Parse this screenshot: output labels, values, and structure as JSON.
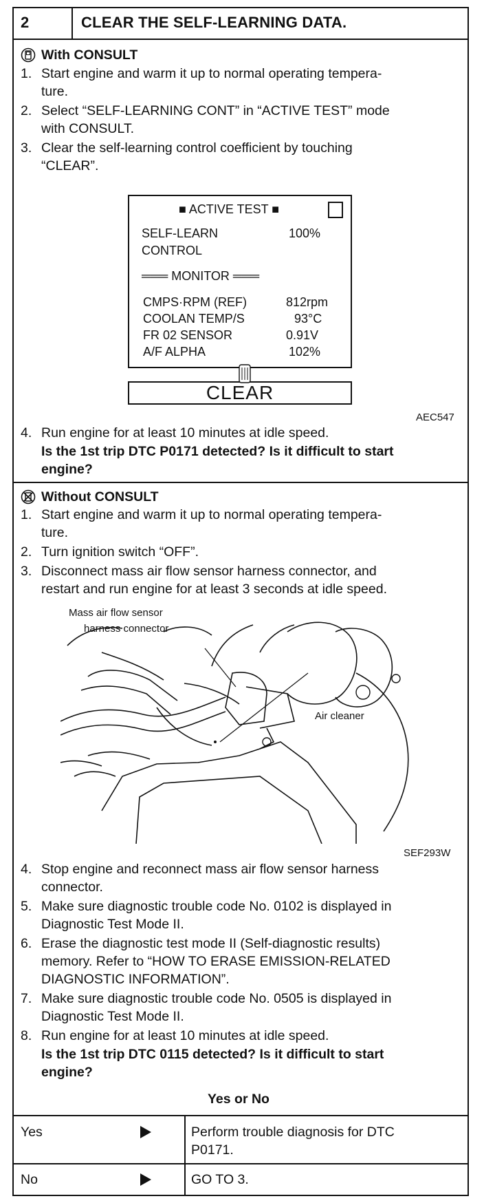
{
  "step": {
    "number": "2",
    "title": "CLEAR THE SELF-LEARNING DATA."
  },
  "with_consult": {
    "heading": "With CONSULT",
    "icon": "consult-icon",
    "steps": [
      {
        "num": "1.",
        "lines": [
          "Start engine and warm it up to normal operating tempera-",
          "ture."
        ]
      },
      {
        "num": "2.",
        "lines": [
          "Select “SELF-LEARNING CONT” in “ACTIVE TEST” mode",
          "with CONSULT."
        ]
      },
      {
        "num": "3.",
        "lines": [
          "Clear the self-learning control coefficient by touching",
          "“CLEAR”."
        ]
      }
    ],
    "screen": {
      "header": "■ ACTIVE TEST ■",
      "self_learn_label_1": "SELF-LEARN",
      "self_learn_label_2": "CONTROL",
      "self_learn_value": "100%",
      "monitor_label": "═══ MONITOR ═══",
      "rows": [
        {
          "label": "CMPS·RPM (REF)",
          "value": "812rpm"
        },
        {
          "label": "COOLAN TEMP/S",
          "value": "93°C"
        },
        {
          "label": "FR 02 SENSOR",
          "value": "0.91V"
        },
        {
          "label": "A/F ALPHA",
          "value": "102%"
        }
      ],
      "clear_button": "CLEAR"
    },
    "figure_code": "AEC547",
    "step4": {
      "num": "4.",
      "line": "Run engine for at least 10 minutes at idle speed."
    },
    "question": [
      "Is the 1st trip DTC P0171 detected? Is it difficult to start",
      "engine?"
    ]
  },
  "without_consult": {
    "heading": "Without CONSULT",
    "icon": "no-consult-icon",
    "steps": [
      {
        "num": "1.",
        "lines": [
          "Start engine and warm it up to normal operating tempera-",
          "ture."
        ]
      },
      {
        "num": "2.",
        "lines": [
          "Turn ignition switch “OFF”."
        ]
      },
      {
        "num": "3.",
        "lines": [
          "Disconnect mass air flow sensor harness connector, and",
          "restart and run engine for at least 3 seconds at idle speed."
        ]
      }
    ],
    "figure": {
      "label_maf_1": "Mass air flow sensor",
      "label_maf_2": "harness connector",
      "label_air": "Air cleaner",
      "code": "SEF293W"
    },
    "steps_after": [
      {
        "num": "4.",
        "lines": [
          "Stop engine and reconnect mass air flow sensor harness",
          "connector."
        ]
      },
      {
        "num": "5.",
        "lines": [
          "Make sure diagnostic trouble code No. 0102 is displayed in",
          "Diagnostic Test Mode II."
        ]
      },
      {
        "num": "6.",
        "lines": [
          "Erase the diagnostic test mode II (Self-diagnostic results)",
          "memory. Refer to “HOW TO ERASE EMISSION-RELATED",
          "DIAGNOSTIC INFORMATION”."
        ]
      },
      {
        "num": "7.",
        "lines": [
          "Make sure diagnostic trouble code No. 0505 is displayed in",
          "Diagnostic Test Mode II."
        ]
      },
      {
        "num": "8.",
        "lines": [
          "Run engine for at least 10 minutes at idle speed."
        ]
      }
    ],
    "question": [
      "Is the 1st trip DTC 0115 detected? Is it difficult to start",
      "engine?"
    ]
  },
  "decision": {
    "heading": "Yes or No",
    "rows": [
      {
        "answer": "Yes",
        "action_lines": [
          "Perform trouble diagnosis for DTC",
          "P0171."
        ]
      },
      {
        "answer": "No",
        "action_lines": [
          "GO TO 3."
        ]
      }
    ]
  }
}
